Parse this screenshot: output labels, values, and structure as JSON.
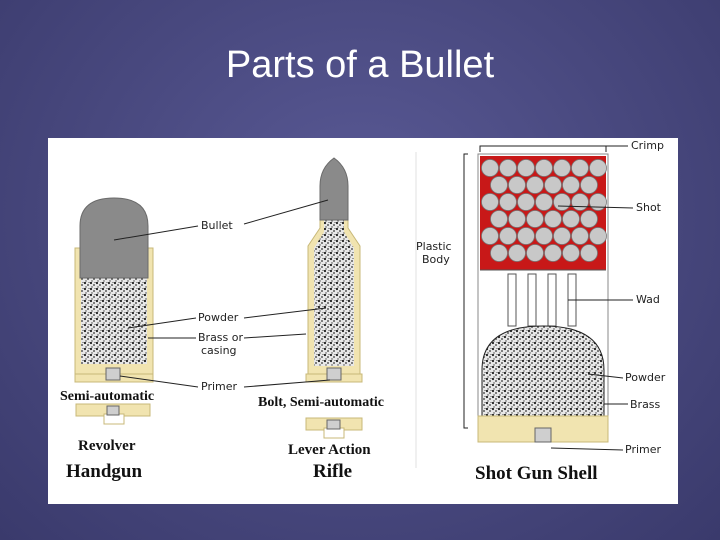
{
  "slide": {
    "title": "Parts of a Bullet"
  },
  "handgun": {
    "labels": {
      "bullet": "Bullet",
      "powder": "Powder",
      "brass_line1": "Brass or",
      "brass_line2": "casing",
      "primer": "Primer"
    },
    "captions": {
      "semi_automatic": "Semi-automatic",
      "revolver": "Revolver",
      "category": "Handgun"
    }
  },
  "rifle": {
    "captions": {
      "bolt_semi": "Bolt, Semi-automatic",
      "lever_action": "Lever Action",
      "category": "Rifle"
    }
  },
  "shotgun": {
    "labels": {
      "crimp": "Crimp",
      "shot": "Shot",
      "plastic_body_line1": "Plastic",
      "plastic_body_line2": "Body",
      "wad": "Wad",
      "powder": "Powder",
      "brass": "Brass",
      "primer": "Primer"
    },
    "captions": {
      "category": "Shot Gun Shell"
    }
  },
  "colors": {
    "brass": "#f1e4b0",
    "bullet": "#8a8a8a",
    "powder": "#3a3a3a",
    "shot": "#c8c8c8",
    "shot_bg": "#c81818",
    "slide_bg": "#48487e"
  }
}
